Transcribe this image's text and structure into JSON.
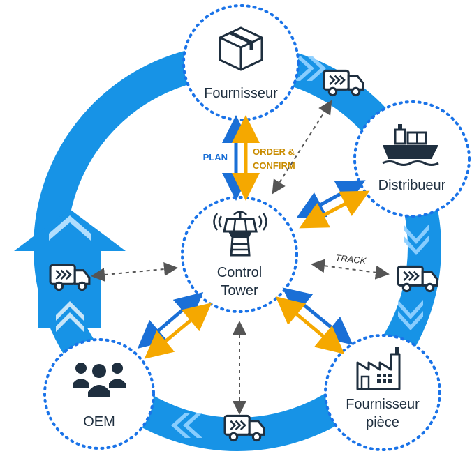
{
  "diagram": {
    "nodes": {
      "fournisseur": {
        "label": "Fournisseur"
      },
      "distribueur": {
        "label": "Distribueur"
      },
      "control_tower": {
        "label_line1": "Control",
        "label_line2": "Tower"
      },
      "oem": {
        "label": "OEM"
      },
      "fournisseur_piece": {
        "label_line1": "Fournisseur",
        "label_line2": "pièce"
      }
    },
    "edges": {
      "plan": "PLAN",
      "order_confirm_line1": "ORDER &",
      "order_confirm_line2": "CONFIRM",
      "track": "TRACK"
    },
    "icons": {
      "fournisseur": "box-icon",
      "distribueur": "cargo-ship-icon",
      "control_tower": "control-tower-icon",
      "oem": "people-group-icon",
      "fournisseur_piece": "factory-icon",
      "vehicle": "delivery-truck-icon"
    },
    "colors": {
      "flow_blue": "#1793e6",
      "plan_blue": "#1a6fd6",
      "order_orange": "#f5a800",
      "order_text": "#c98c00",
      "dotted_ring": "#1a73e8",
      "dark": "#1f2f3f"
    }
  }
}
